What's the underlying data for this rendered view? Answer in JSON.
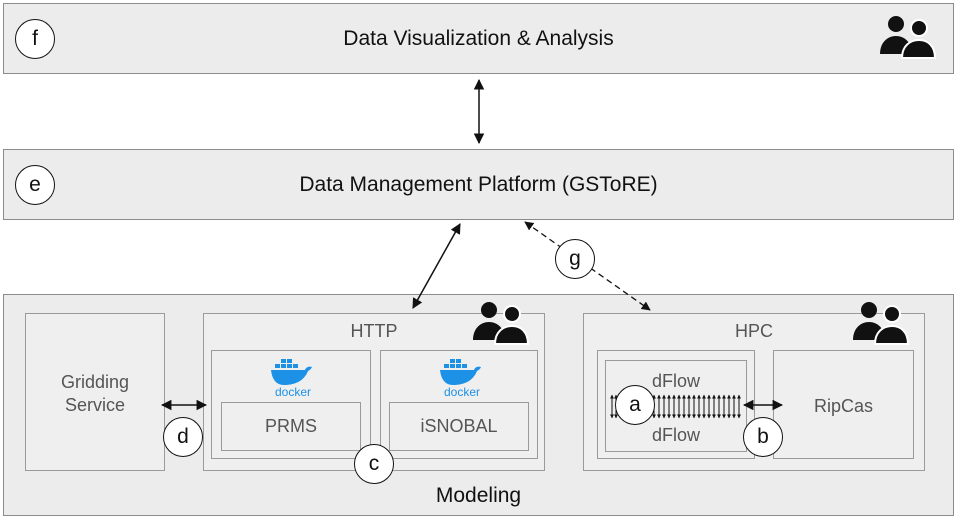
{
  "layers": {
    "visualization": {
      "title": "Data Visualization & Analysis",
      "marker": "f"
    },
    "management": {
      "title": "Data Management Platform (GSToRE)",
      "marker": "e"
    },
    "modeling": {
      "title": "Modeling"
    }
  },
  "gridding": {
    "line1": "Gridding",
    "line2": "Service",
    "marker": "d"
  },
  "http": {
    "title": "HTTP",
    "prms": "PRMS",
    "isnobal": "iSNOBAL",
    "docker_label": "docker",
    "marker": "c"
  },
  "hpc": {
    "title": "HPC",
    "dflow_top": "dFlow",
    "dflow_bottom": "dFlow",
    "ripcas": "RipCas",
    "marker_a": "a",
    "marker_b": "b"
  },
  "connection": {
    "marker": "g"
  },
  "icons": {
    "users": "users-icon",
    "docker": "docker-whale-icon"
  },
  "colors": {
    "box_fill": "#ececec",
    "border": "#8c8c8c",
    "docker_blue": "#1d91e6",
    "arrow": "#111111"
  }
}
